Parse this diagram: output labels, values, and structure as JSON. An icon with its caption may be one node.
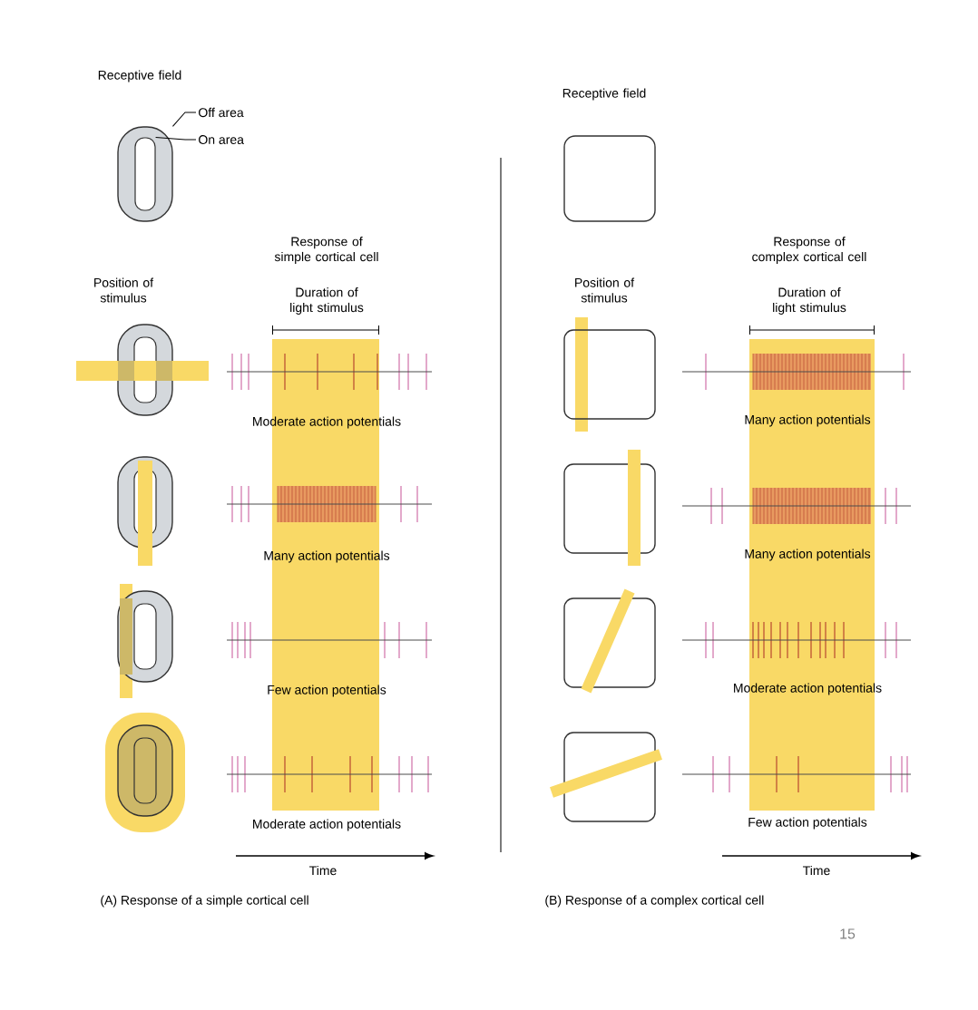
{
  "diagram": {
    "nodes": [
      {
        "text": [
          "Off area"
        ]
      },
      {
        "text": [
          "On area"
        ]
      },
      {
        "text": [],
        "shape": "oval"
      },
      {
        "text": [],
        "shape": "box",
        "in": 2
      }
    ],
    "edges": [
      {
        "from": 0,
        "to": 2,
        "arrow": "none"
      },
      {
        "from": 1,
        "to": 3,
        "arrow": "none"
      }
    ],
    "labels": [
      "Receptive field",
      "Receptive field",
      "Position of stimulus",
      "Response of simple cortical cell",
      "Duration of light stimulus",
      "Position of stimulus",
      "Response of complex cortical cell",
      "Duration of light stimulus",
      "Moderate action potentials",
      "Many action potentials",
      "Many action potentials",
      "Many action potentials",
      "Few action potentials",
      "Moderate action potentials",
      "Moderate action potentials",
      "Few action potentials",
      "Time",
      "Time",
      "(A) Response of a simple cortical cell",
      "(B) Response of a complex cortical cell",
      "15"
    ]
  }
}
